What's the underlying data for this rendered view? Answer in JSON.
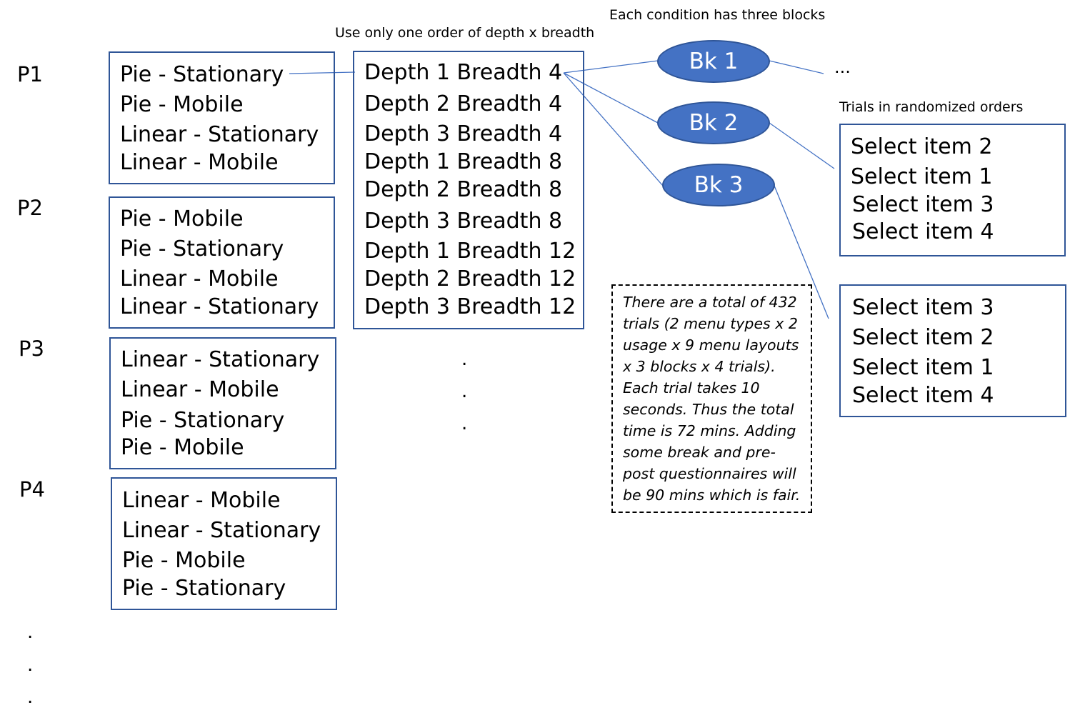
{
  "header": {
    "depth_breadth_note": "Use only one order of depth x breadth",
    "blocks_note": "Each condition has three blocks",
    "trials_note": "Trials in randomized orders"
  },
  "participants": [
    {
      "label": "P1",
      "conditions": [
        "Pie - Stationary",
        "Pie - Mobile",
        "Linear - Stationary",
        "Linear - Mobile"
      ]
    },
    {
      "label": "P2",
      "conditions": [
        "Pie - Mobile",
        "Pie - Stationary",
        "Linear - Mobile",
        "Linear - Stationary"
      ]
    },
    {
      "label": "P3",
      "conditions": [
        "Linear - Stationary",
        "Linear - Mobile",
        "Pie - Stationary",
        "Pie - Mobile"
      ]
    },
    {
      "label": "P4",
      "conditions": [
        "Linear - Mobile",
        "Linear - Stationary",
        "Pie - Mobile",
        "Pie - Stationary"
      ]
    }
  ],
  "layouts": [
    "Depth 1 Breadth 4",
    "Depth 2 Breadth 4",
    "Depth 3 Breadth 4",
    "Depth 1 Breadth 8",
    "Depth 2 Breadth 8",
    "Depth 3 Breadth 8",
    "Depth 1 Breadth 12",
    "Depth 2 Breadth 12",
    "Depth 3 Breadth 12"
  ],
  "blocks": [
    "Bk 1",
    "Bk 2",
    "Bk 3"
  ],
  "block1_continuation": "...",
  "trial_lists": [
    [
      "Select item 2",
      "Select item 1",
      "Select item 3",
      "Select item 4"
    ],
    [
      "Select item 3",
      "Select item 2",
      "Select item 1",
      "Select item 4"
    ]
  ],
  "summary_note": "There are a total of 432 trials (2 menu types x 2 usage x 9 menu layouts x 3 blocks x 4 trials). Each trial takes 10 seconds.   Thus the total time is 72 mins.  Adding some break and pre-post questionnaires will be 90 mins which is fair.",
  "ellipsis_dot": ".",
  "colors": {
    "box_border": "#2f5597",
    "ellipse_fill": "#4472c4",
    "connector": "#4472c4"
  }
}
